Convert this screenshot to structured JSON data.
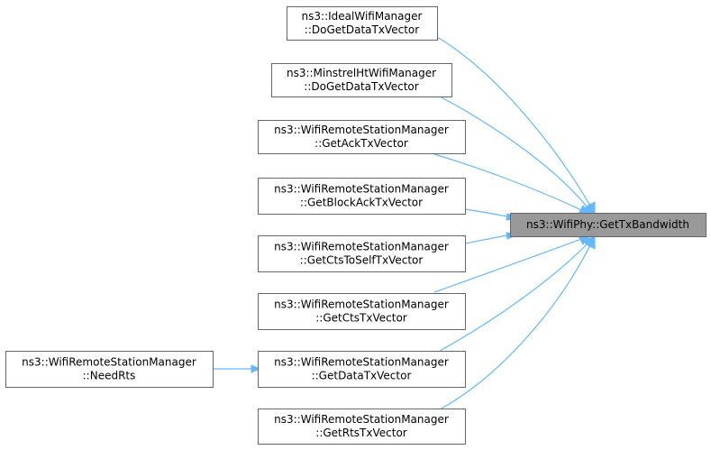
{
  "graph": {
    "target": {
      "id": "target",
      "lines": [
        "ns3::WifiPhy::GetTxBandwidth"
      ]
    },
    "callers": [
      {
        "id": "ideal",
        "lines": [
          "ns3::IdealWifiManager",
          "::DoGetDataTxVector"
        ]
      },
      {
        "id": "minstrel",
        "lines": [
          "ns3::MinstrelHtWifiManager",
          "::DoGetDataTxVector"
        ]
      },
      {
        "id": "ack",
        "lines": [
          "ns3::WifiRemoteStationManager",
          "::GetAckTxVector"
        ]
      },
      {
        "id": "blockack",
        "lines": [
          "ns3::WifiRemoteStationManager",
          "::GetBlockAckTxVector"
        ]
      },
      {
        "id": "ctstoself",
        "lines": [
          "ns3::WifiRemoteStationManager",
          "::GetCtsToSelfTxVector"
        ]
      },
      {
        "id": "cts",
        "lines": [
          "ns3::WifiRemoteStationManager",
          "::GetCtsTxVector"
        ]
      },
      {
        "id": "data",
        "lines": [
          "ns3::WifiRemoteStationManager",
          "::GetDataTxVector"
        ]
      },
      {
        "id": "rts",
        "lines": [
          "ns3::WifiRemoteStationManager",
          "::GetRtsTxVector"
        ]
      },
      {
        "id": "needrts",
        "lines": [
          "ns3::WifiRemoteStationManager",
          "::NeedRts"
        ]
      }
    ],
    "edges": [
      {
        "from": "ideal",
        "to": "target"
      },
      {
        "from": "minstrel",
        "to": "target"
      },
      {
        "from": "ack",
        "to": "target"
      },
      {
        "from": "blockack",
        "to": "target"
      },
      {
        "from": "ctstoself",
        "to": "target"
      },
      {
        "from": "cts",
        "to": "target"
      },
      {
        "from": "data",
        "to": "target"
      },
      {
        "from": "rts",
        "to": "target"
      },
      {
        "from": "needrts",
        "to": "data"
      }
    ],
    "colors": {
      "edge": "#63b8ff",
      "node_border": "#666666",
      "target_fill": "#999999",
      "node_fill": "#ffffff"
    }
  }
}
